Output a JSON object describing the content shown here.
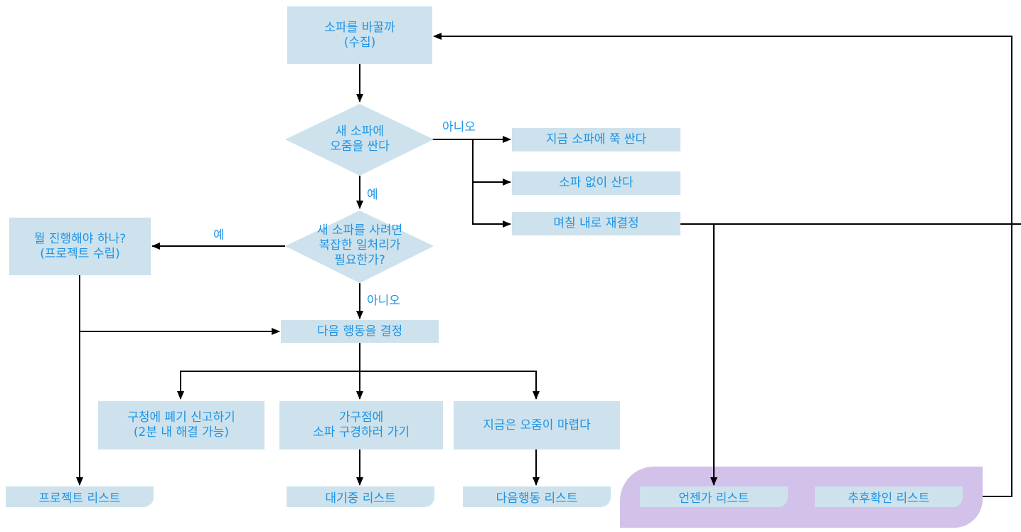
{
  "nodes": {
    "sofa_change": "소파를 바꿀까\n(수집)",
    "pee_question": "새 소파에\n오줌을 싼다",
    "complex_question": "새 소파를 사려면\n복잡한 일처리가\n필요한가?",
    "project_plan": "뭘 진행해야 하나?\n(프로젝트 수립)",
    "next_action": "다음 행동을 결정",
    "report_office": "구청에 폐기 신고하기\n(2분 내 해결 가능)",
    "go_store": "가구점에\n소파 구경하러 가기",
    "need_pee": "지금은 오줌이 마렵다",
    "pee_sofa_now": "지금 소파에 쭉 싼다",
    "live_without": "소파 없이 산다",
    "decide_later": "며칠 내로 재결정"
  },
  "lists": {
    "project": "프로젝트 리스트",
    "waiting": "대기중 리스트",
    "next_action": "다음행동 리스트",
    "someday": "언젠가 리스트",
    "followup": "추후확인 리스트"
  },
  "labels": {
    "no": "아니오",
    "yes": "예"
  },
  "colors": {
    "box_fill": "#cde2ec",
    "text": "#1e94e6",
    "arrow": "#000000",
    "purple_panel": "#d2c2ea"
  }
}
